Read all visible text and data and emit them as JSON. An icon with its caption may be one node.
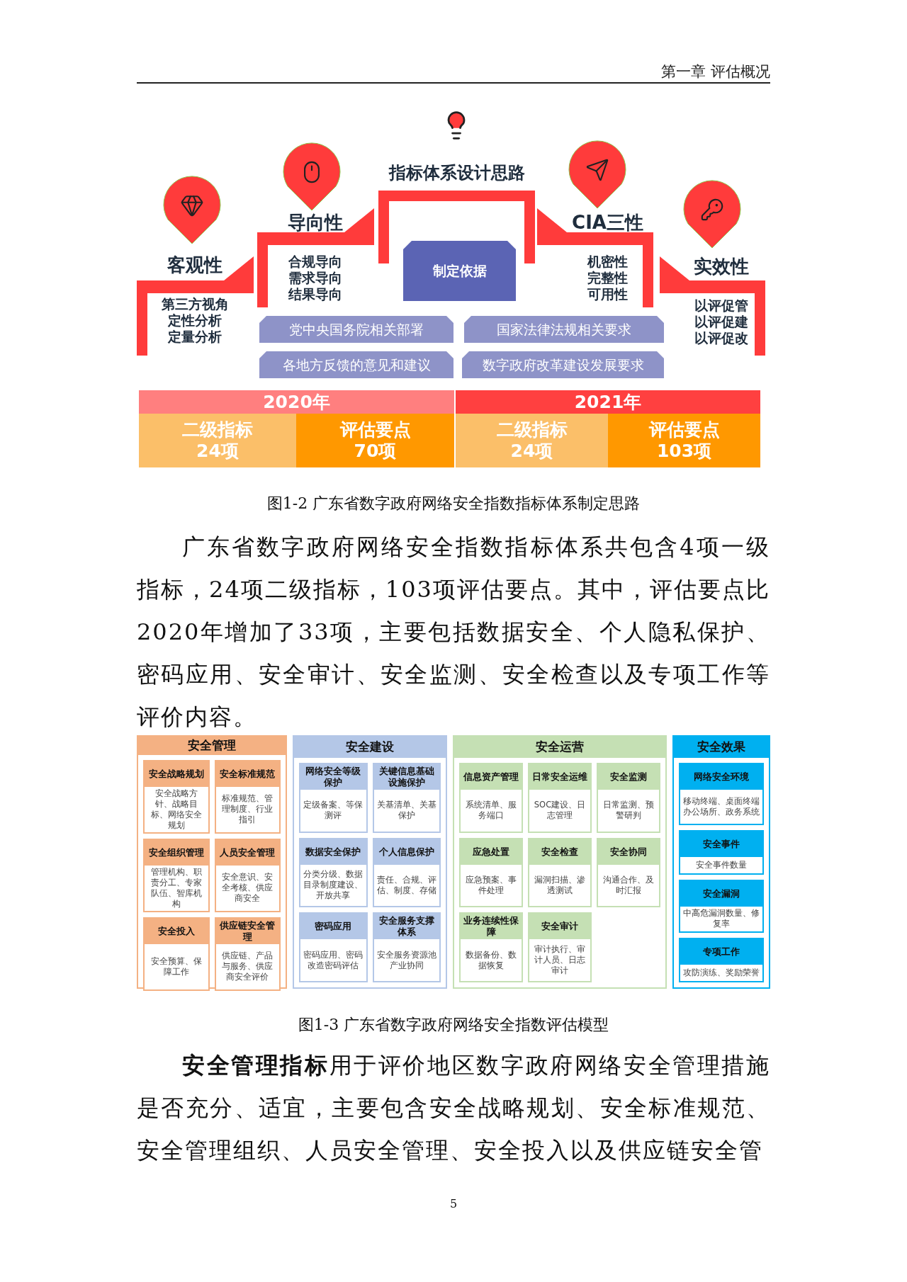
{
  "diagram": {
    "nodes": [
      {
        "text": [
          "客观性",
          "第三方视角",
          "定性分析",
          "定量分析"
        ]
      },
      {
        "text": [
          "导向性",
          "合规导向",
          "需求导向",
          "结果导向"
        ]
      },
      {
        "text": [
          "指标体系设计思路"
        ]
      },
      {
        "text": [
          "制定依据"
        ],
        "in": 2
      },
      {
        "text": [
          "CIA三性",
          "机密性",
          "完整性",
          "可用性"
        ]
      },
      {
        "text": [
          "实效性",
          "以评促管",
          "以评促建",
          "以评促改"
        ]
      },
      {
        "text": [
          "党中央国务院相关部署"
        ]
      },
      {
        "text": [
          "国家法律法规相关要求"
        ]
      },
      {
        "text": [
          "各地方反馈的意见和建议"
        ]
      },
      {
        "text": [
          "数字政府改革建设发展要求"
        ]
      },
      {
        "text": [
          "2020年"
        ]
      },
      {
        "text": [
          "二级指标",
          "24项"
        ]
      },
      {
        "text": [
          "评估要点",
          "70项"
        ]
      },
      {
        "text": [
          "2021年"
        ]
      },
      {
        "text": [
          "二级指标",
          "24项"
        ]
      },
      {
        "text": [
          "评估要点",
          "103项"
        ]
      },
      {
        "text": [
          "安全管理"
        ]
      },
      {
        "text": [
          "安全战略规划",
          "安全战略方针、战略目标、网络安全规划"
        ],
        "in": 16
      },
      {
        "text": [
          "安全标准规范",
          "标准规范、管理制度、行业指引"
        ],
        "in": 16
      },
      {
        "text": [
          "安全组织管理",
          "管理机构、职责分工、专家队伍、智库机构"
        ],
        "in": 16
      },
      {
        "text": [
          "人员安全管理",
          "安全意识、安全考核、供应商安全"
        ],
        "in": 16
      },
      {
        "text": [
          "安全投入",
          "安全预算、保障工作"
        ],
        "in": 16
      },
      {
        "text": [
          "供应链安全管理",
          "供应链、产品与服务、供应商安全评价"
        ],
        "in": 16
      },
      {
        "text": [
          "安全建设"
        ]
      },
      {
        "text": [
          "网络安全等级保护",
          "定级备案、等保测评"
        ],
        "in": 23
      },
      {
        "text": [
          "关键信息基础设施保护",
          "关基清单、关基保护"
        ],
        "in": 23
      },
      {
        "text": [
          "数据安全保护",
          "分类分级、数据目录制度建设、开放共享"
        ],
        "in": 23
      },
      {
        "text": [
          "个人信息保护",
          "责任、合规、评估、制度、存储"
        ],
        "in": 23
      },
      {
        "text": [
          "密码应用",
          "密码应用、密码改造密码评估"
        ],
        "in": 23
      },
      {
        "text": [
          "安全服务支撑体系",
          "安全服务资源池产业协同"
        ],
        "in": 23
      },
      {
        "text": [
          "安全运营"
        ]
      },
      {
        "text": [
          "信息资产管理",
          "系统清单、服务端口"
        ],
        "in": 30
      },
      {
        "text": [
          "日常安全运维",
          "SOC建设、日志管理"
        ],
        "in": 30
      },
      {
        "text": [
          "安全监测",
          "日常监测、预警研判"
        ],
        "in": 30
      },
      {
        "text": [
          "应急处置",
          "应急预案、事件处理"
        ],
        "in": 30
      },
      {
        "text": [
          "安全检查",
          "漏洞扫描、渗透测试"
        ],
        "in": 30
      },
      {
        "text": [
          "安全协同",
          "沟通合作、及时汇报"
        ],
        "in": 30
      },
      {
        "text": [
          "业务连续性保障",
          "数据备份、数据恢复"
        ],
        "in": 30
      },
      {
        "text": [
          "安全审计",
          "审计执行、审计人员、日志审计"
        ],
        "in": 30
      },
      {
        "text": [
          "安全效果"
        ]
      },
      {
        "text": [
          "网络安全环境",
          "移动终端、桌面终端办公场所、政务系统"
        ],
        "in": 39
      },
      {
        "text": [
          "安全事件",
          "安全事件数量"
        ],
        "in": 39
      },
      {
        "text": [
          "安全漏洞",
          "中高危漏洞数量、修复率"
        ],
        "in": 39
      },
      {
        "text": [
          "专项工作",
          "攻防演练、奖励荣誉"
        ],
        "in": 39
      }
    ],
    "labels": [
      "第一章 评估概况",
      "图1-2 广东省数字政府网络安全指数指标体系制定思路",
      "广东省数字政府网络安全指数指标体系共包含4项一级指标，24项二级指标，103项评估要点。其中，评估要点比2020年增加了33项，主要包括数据安全、个人隐私保护、密码应用、安全审计、安全监测、安全检查以及专项工作等评价内容。",
      "图1-3 广东省数字政府网络安全指数评估模型",
      "**安全管理指标**用于评价地区数字政府网络安全管理措施是否充分、适宜，主要包含安全战略规划、安全标准规范、安全管理组织、人员安全管理、安全投入以及供应链安全管",
      "5"
    ]
  }
}
